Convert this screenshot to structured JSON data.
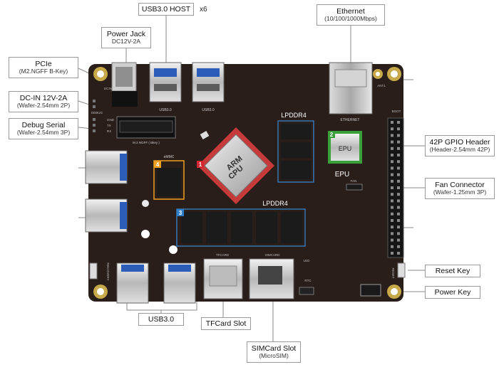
{
  "labels": {
    "usb_host": "USB3.0 HOST",
    "x6": "x6",
    "ethernet_title": "Ethernet",
    "ethernet_sub": "(10/100/1000Mbps)",
    "power_jack_title": "Power Jack",
    "power_jack_sub": "DC12V-2A",
    "pcie_title": "PCIe",
    "pcie_sub": "(M2.NGFF B-Key)",
    "dcin_title": "DC-IN  12V-2A",
    "dcin_sub": "(Wafer-2.54mm 2P)",
    "debug_title": "Debug Serial",
    "debug_sub": "(Wafer-2.54mm 3P)",
    "gpio_title": "42P GPIO Header",
    "gpio_sub": "(Header-2.54mm 42P)",
    "fan_title": "Fan Connector",
    "fan_sub": "(Wafer-1.25mm 3P)",
    "reset": "Reset Key",
    "power_key": "Power Key",
    "usb30": "USB3.0",
    "tfcard": "TFCard Slot",
    "simcard_title": "SIMCard Slot",
    "simcard_sub": "(MicroSIM)"
  },
  "board": {
    "lpddr4_top": "LPDDR4",
    "lpddr4_bottom": "LPDDR4",
    "epu_chip": "EPU",
    "epu_label": "EPU",
    "cpu_line1": "ARM",
    "cpu_line2": "CPU",
    "badge1": "1",
    "badge2": "2",
    "badge3": "3",
    "badge4": "4",
    "emmc": "eMMC",
    "m2_label": "M.2 NGFF ( Bkey )",
    "ethernet_silk": "ETHERNET",
    "usb_silk_a": "USB3.0",
    "usb_silk_b": "USB3.0",
    "tfcard_silk": "TFCARD",
    "simcard_silk": "SIMCARD",
    "fan_silk": "FAN",
    "reset_silk": "RESET",
    "recovery_silk": "RECOVERY",
    "dcin_silk": "DCIN",
    "debug_silk": "DEBUG",
    "gnd_silk": "GND",
    "tx_silk": "TX",
    "rx_silk": "RX",
    "ant_silk": "ANT1",
    "led_silk": "LED",
    "rtc_silk": "RTC",
    "boot_silk": "BOOT"
  },
  "colors": {
    "board": "#2a1e1b",
    "badge1": "#d6262f",
    "badge2": "#3aa03a",
    "badge3": "#2f7fc8",
    "badge4": "#f0a020",
    "lpddr_outline": "#3a8ad8",
    "emmc_outline": "#f0a020"
  }
}
